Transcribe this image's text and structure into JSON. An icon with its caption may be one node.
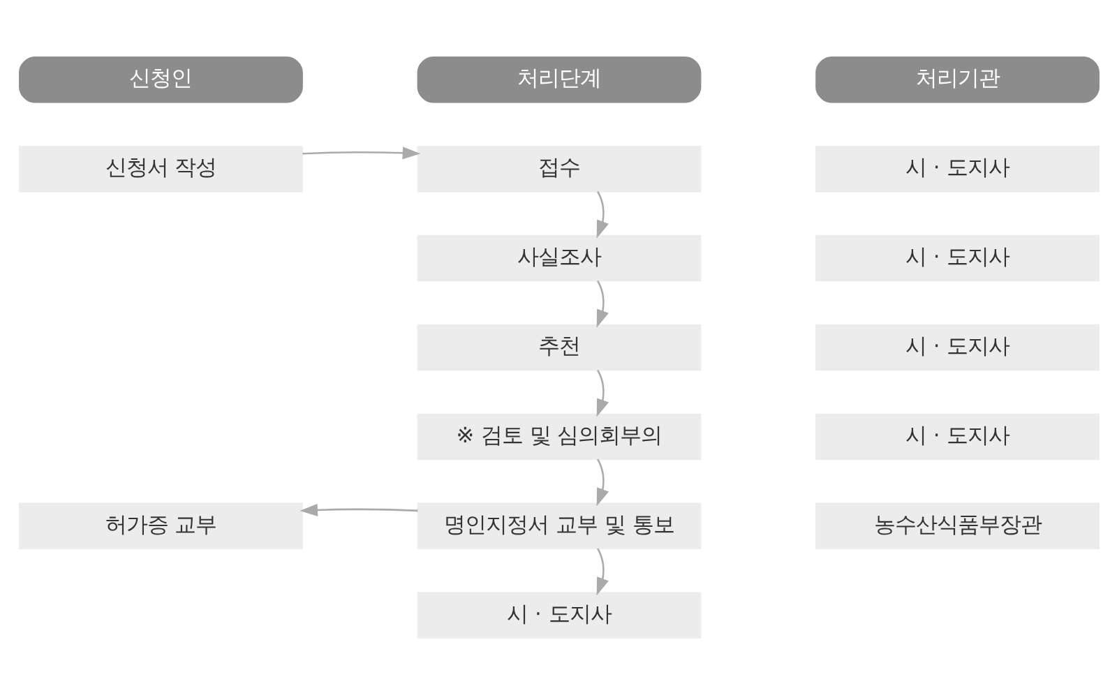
{
  "diagram": {
    "nodes": [
      {
        "text": [
          "신청인"
        ]
      },
      {
        "text": [
          "처리단계"
        ]
      },
      {
        "text": [
          "처리기관"
        ]
      },
      {
        "text": [
          "신청서 작성"
        ]
      },
      {
        "text": [
          "접수"
        ]
      },
      {
        "text": [
          "시 · 도지사"
        ]
      },
      {
        "text": [
          "사실조사"
        ]
      },
      {
        "text": [
          "시 · 도지사"
        ]
      },
      {
        "text": [
          "추천"
        ]
      },
      {
        "text": [
          "시 · 도지사"
        ]
      },
      {
        "text": [
          "※ 검토 및 심의회부의"
        ]
      },
      {
        "text": [
          "시 · 도지사"
        ]
      },
      {
        "text": [
          "허가증 교부"
        ]
      },
      {
        "text": [
          "명인지정서 교부 및 통보"
        ]
      },
      {
        "text": [
          "농수산식품부장관"
        ]
      },
      {
        "text": [
          "시 · 도지사"
        ]
      }
    ],
    "edges": [
      {
        "from": 3,
        "to": 4,
        "arrow": "to"
      },
      {
        "from": 4,
        "to": 6,
        "arrow": "to"
      },
      {
        "from": 6,
        "to": 8,
        "arrow": "to"
      },
      {
        "from": 8,
        "to": 10,
        "arrow": "to"
      },
      {
        "from": 10,
        "to": 13,
        "arrow": "to"
      },
      {
        "from": 13,
        "to": 12,
        "arrow": "to"
      },
      {
        "from": 13,
        "to": 15,
        "arrow": "to"
      }
    ]
  }
}
